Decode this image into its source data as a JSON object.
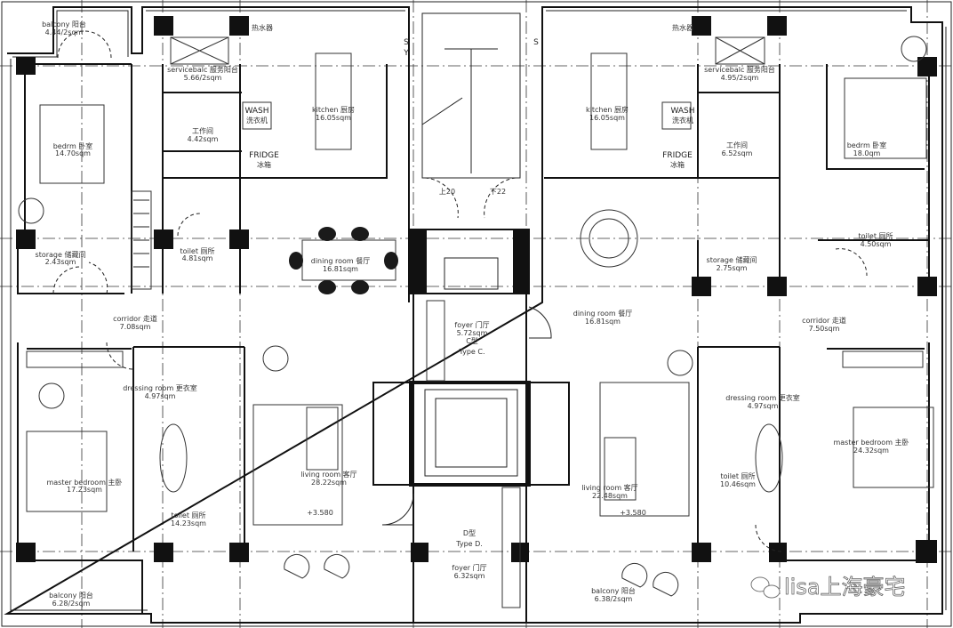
{
  "rooms": {
    "balcony_tl": {
      "name": "balcony 阳台",
      "area": "4.44/2sqm"
    },
    "water_heater_l": {
      "name": "热水器"
    },
    "servicebalc_l": {
      "name": "servicebalc 服务阳台",
      "area": "5.66/2sqm"
    },
    "kitchen_l": {
      "name": "kitchen 厨房",
      "area": "16.05sqm"
    },
    "wash_l": {
      "name": "WASH",
      "sub": "洗衣机"
    },
    "fridge_l": {
      "name": "FRIDGE",
      "sub": "冰箱"
    },
    "workroom_l": {
      "name": "工作间",
      "area": "4.42sqm"
    },
    "bedrm_l": {
      "name": "bedrm 卧室",
      "area": "14.70sqm"
    },
    "storage_l": {
      "name": "storage 储藏间",
      "area": "2.43sqm"
    },
    "toilet_tl": {
      "name": "toilet 厕所",
      "area": "4.81sqm"
    },
    "dining_l": {
      "name": "dining room 餐厅",
      "area": "16.81sqm"
    },
    "corridor_l": {
      "name": "corridor 走道",
      "area": "7.08sqm"
    },
    "stair_up": {
      "name": "上20"
    },
    "stair_down": {
      "name": "下22"
    },
    "foyer_c": {
      "name": "foyer 门厅",
      "area": "5.72sqm",
      "type_cn": "C型",
      "type_en": "Type C."
    },
    "dining_r": {
      "name": "dining room 餐厅",
      "area": "16.81sqm"
    },
    "corridor_r": {
      "name": "corridor 走道",
      "area": "7.50sqm"
    },
    "water_heater_r": {
      "name": "热水器"
    },
    "servicebalc_r": {
      "name": "servicebalc 服务阳台",
      "area": "4.95/2sqm"
    },
    "kitchen_r": {
      "name": "kitchen 厨房",
      "area": "16.05sqm"
    },
    "wash_r": {
      "name": "WASH",
      "sub": "洗衣机"
    },
    "fridge_r": {
      "name": "FRIDGE",
      "sub": "冰箱"
    },
    "workroom_r": {
      "name": "工作间",
      "area": "6.52sqm"
    },
    "bedrm_r": {
      "name": "bedrm 卧室",
      "area": "18.0qm"
    },
    "storage_r": {
      "name": "storage 储藏间",
      "area": "2.75sqm"
    },
    "toilet_tr": {
      "name": "toilet 厕所",
      "area": "4.50sqm"
    },
    "dressing_l": {
      "name": "dressing room 更衣室",
      "area": "4.97sqm"
    },
    "master_l": {
      "name": "master bedroom 主卧",
      "area": "17.23sqm"
    },
    "toilet_bl": {
      "name": "toilet 厕所",
      "area": "14.23sqm"
    },
    "living_l": {
      "name": "living room 客厅",
      "area": "28.22sqm",
      "level": "+3.580"
    },
    "balcony_bl": {
      "name": "balcony 阳台",
      "area": "6.28/2sqm"
    },
    "foyer_d": {
      "name": "foyer 门厅",
      "area": "6.32sqm",
      "type_cn": "D型",
      "type_en": "Type D."
    },
    "living_r": {
      "name": "living room 客厅",
      "area": "22.48sqm",
      "level": "+3.580"
    },
    "balcony_br": {
      "name": "balcony 阳台",
      "area": "6.38/2sqm"
    },
    "dressing_r": {
      "name": "dressing room 更衣室",
      "area": "4.97sqm"
    },
    "toilet_br": {
      "name": "toilet 厕所",
      "area": "10.46sqm"
    },
    "master_r": {
      "name": "master bedroom 主卧",
      "area": "24.32sqm"
    }
  },
  "fixtures": {
    "shower": "S",
    "toilet_letter": "Y"
  },
  "watermark": "lisa上海豪宅"
}
